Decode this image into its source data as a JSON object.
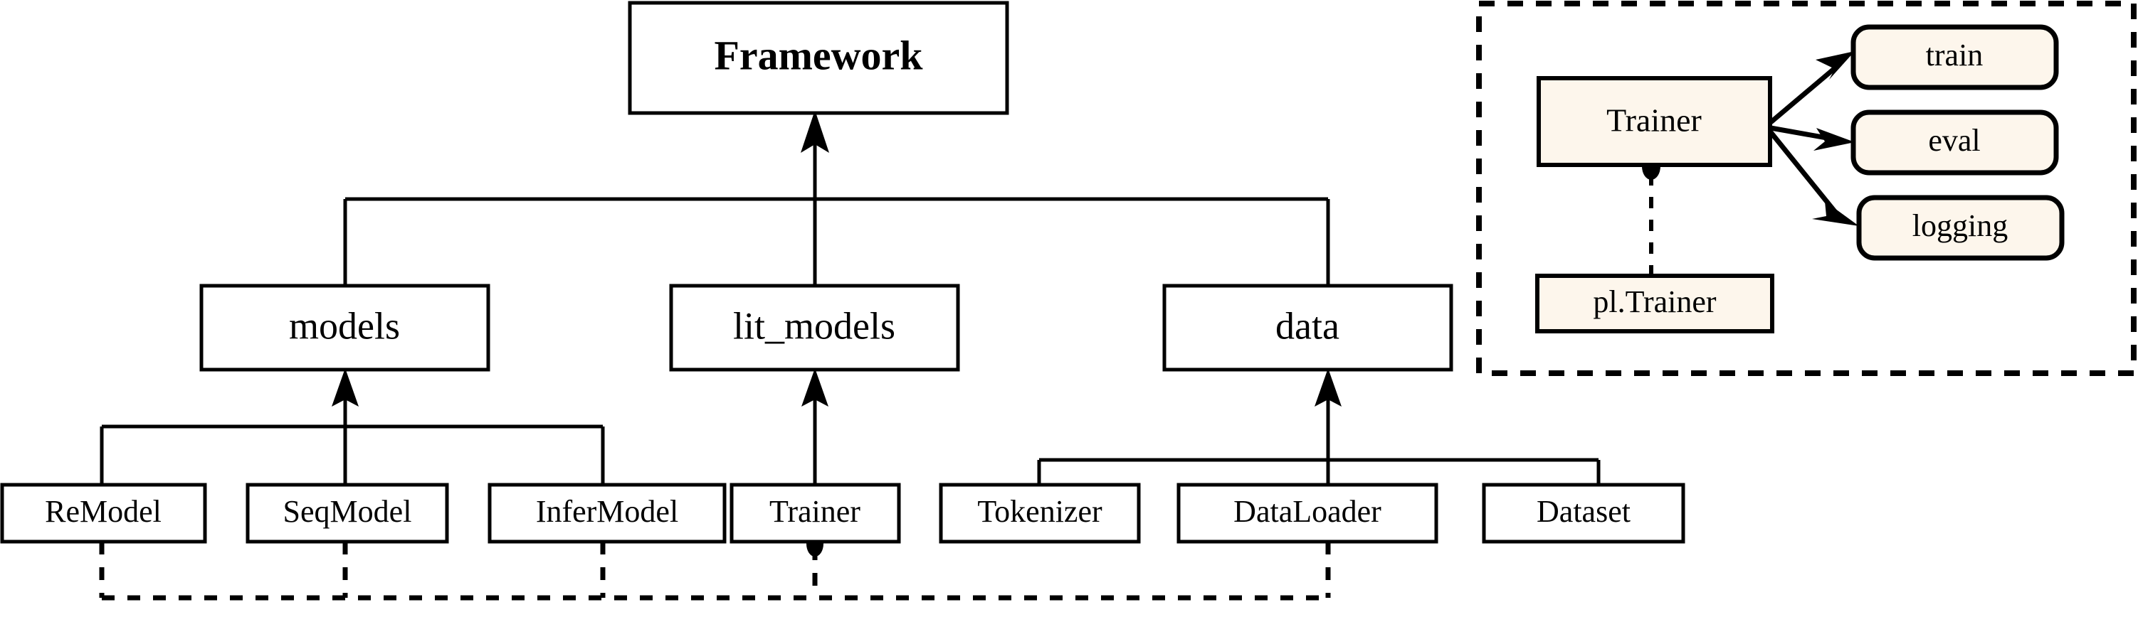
{
  "diagram": {
    "title": "Framework architecture diagram",
    "colors": {
      "background": "#ffffff",
      "stroke": "#000000",
      "node_fill": "#ffffff",
      "inset_fill": "#fdf6ec"
    },
    "root": {
      "label": "Framework"
    },
    "modules": [
      {
        "label": "models"
      },
      {
        "label": "lit_models"
      },
      {
        "label": "data"
      }
    ],
    "leaves": [
      {
        "label": "ReModel",
        "parent": "models"
      },
      {
        "label": "SeqModel",
        "parent": "models"
      },
      {
        "label": "InferModel",
        "parent": "models"
      },
      {
        "label": "Trainer",
        "parent": "lit_models"
      },
      {
        "label": "Tokenizer",
        "parent": "data"
      },
      {
        "label": "DataLoader",
        "parent": "data"
      },
      {
        "label": "Dataset",
        "parent": "data"
      }
    ],
    "inset": {
      "source": {
        "label": "Trainer"
      },
      "targets": [
        {
          "label": "train"
        },
        {
          "label": "eval"
        },
        {
          "label": "logging"
        }
      ],
      "base": {
        "label": "pl.Trainer"
      }
    }
  }
}
